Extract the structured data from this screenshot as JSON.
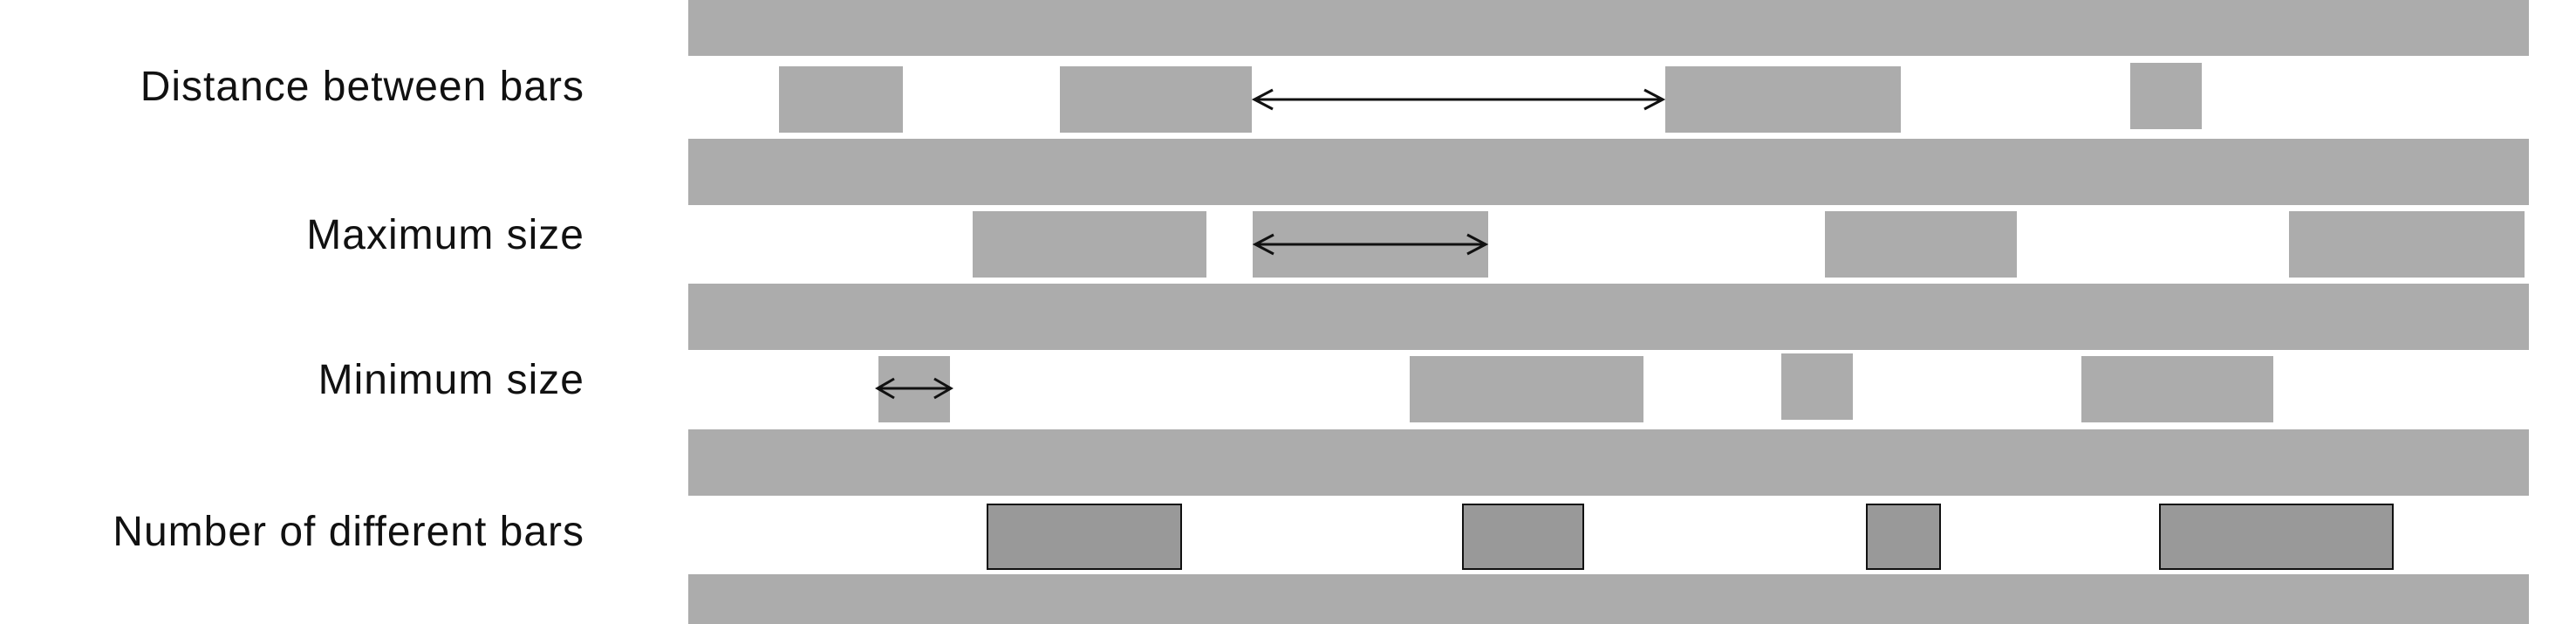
{
  "labels": {
    "distance_between_bars": "Distance between bars",
    "maximum_size": "Maximum size",
    "minimum_size": "Minimum size",
    "number_of_different_bars": "Number of different bars"
  },
  "colors": {
    "band": "#acacac",
    "block": "#acacac",
    "highlighted_block": "#999999",
    "outline": "#111111",
    "arrow": "#111111"
  }
}
